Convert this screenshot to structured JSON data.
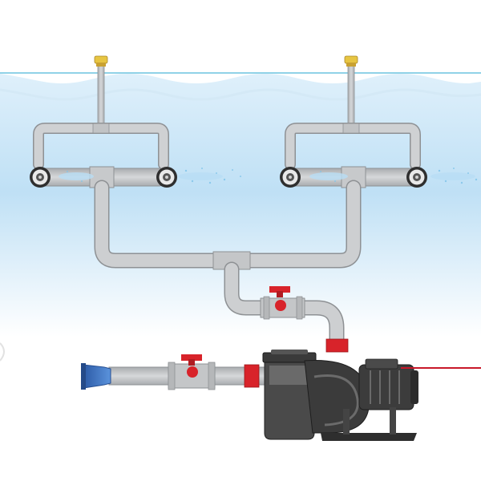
{
  "diagram": {
    "kind": "pool hydrotherapy jet system schematic",
    "components": [
      {
        "id": "air-intake-left",
        "icon": "air-intake-icon"
      },
      {
        "id": "air-intake-right",
        "icon": "air-intake-icon"
      },
      {
        "id": "jet-nozzle",
        "count": 4,
        "icon": "jet-nozzle-icon"
      },
      {
        "id": "ball-valve",
        "count": 2,
        "icon": "ball-valve-icon"
      },
      {
        "id": "pump",
        "icon": "pump-icon"
      },
      {
        "id": "suction-inlet",
        "icon": "suction-inlet-icon"
      },
      {
        "id": "power-cable",
        "icon": "cable-icon"
      }
    ],
    "colors": {
      "water_top": "#e6f2fb",
      "water_mid": "#c9e3f5",
      "water_line": "#6cc3df",
      "pipe_fill": "#c9cbcd",
      "pipe_stroke": "#8e9194",
      "valve_red": "#d8232a",
      "intake_yellow": "#e7c542",
      "suction_blue": "#3f74c4",
      "pump_dark": "#3c3c3c",
      "cable_red": "#c8182a"
    }
  }
}
